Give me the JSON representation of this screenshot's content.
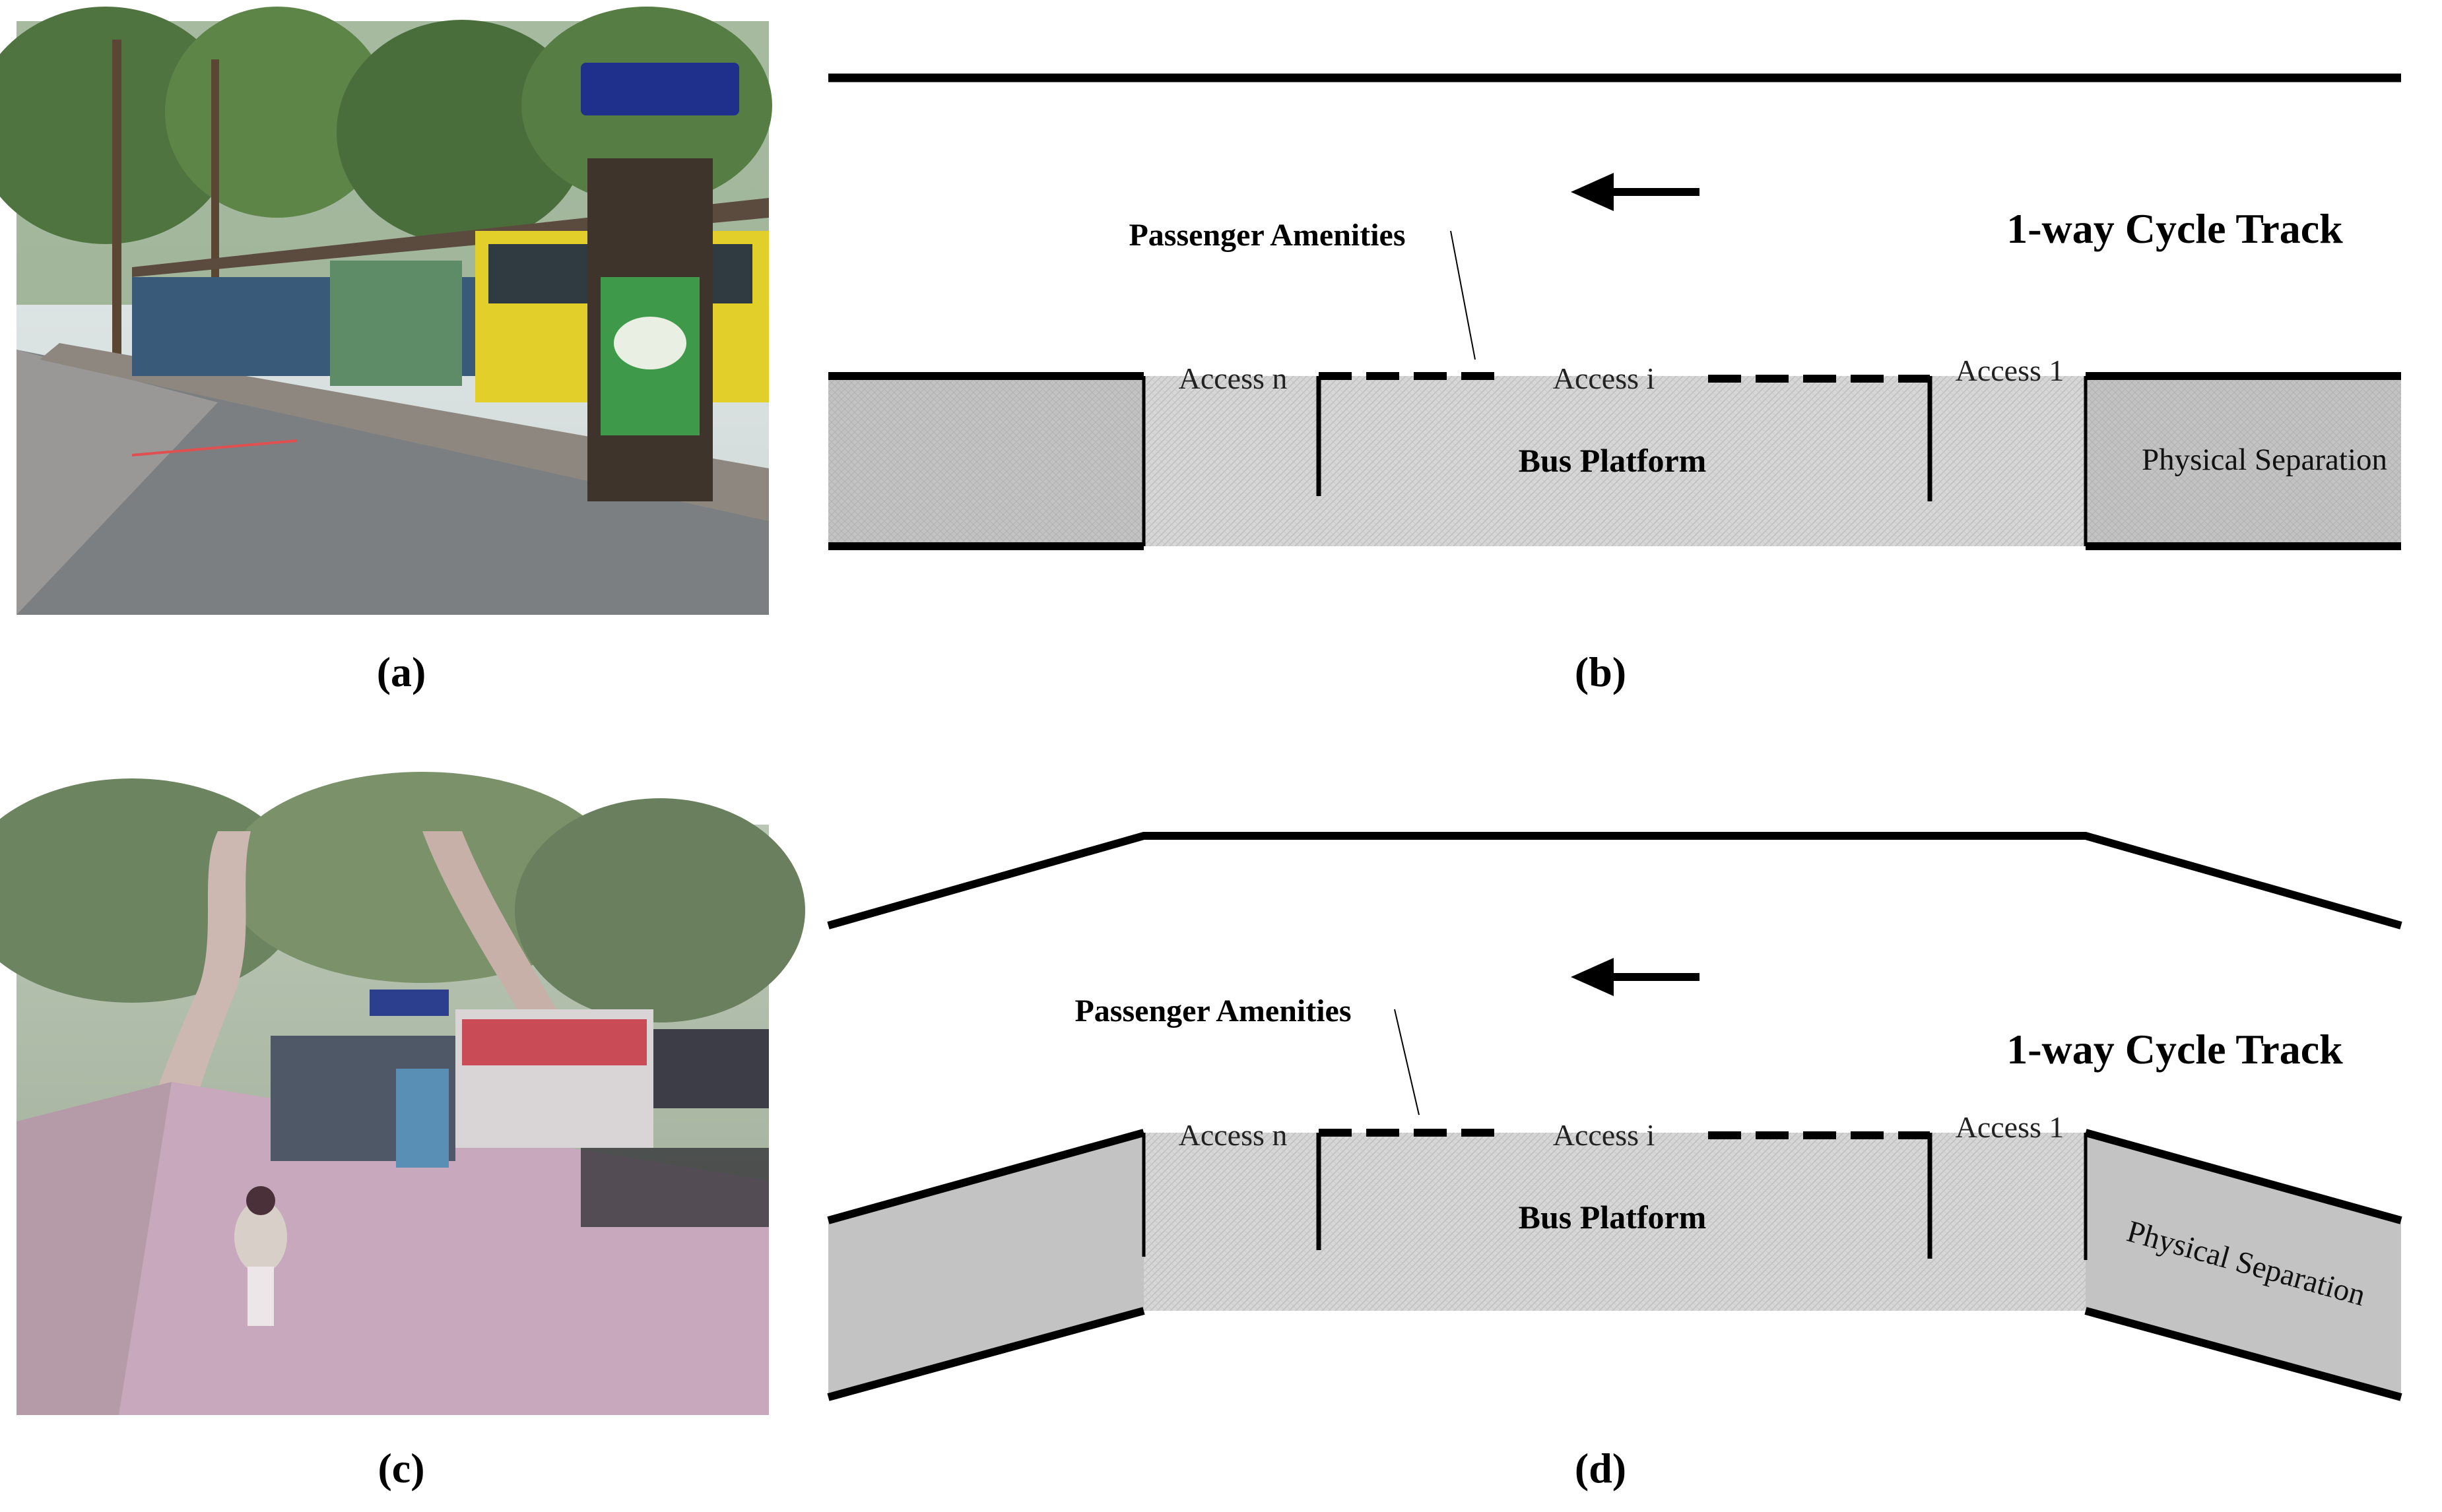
{
  "panels": {
    "a": {
      "label": "(a)"
    },
    "b": {
      "label": "(b)",
      "passenger_amenities": "Passenger Amenities",
      "cycle_track": "1-way Cycle Track",
      "access_n": "Access n",
      "access_i": "Access i",
      "access_1": "Access 1",
      "bus_platform": "Bus Platform",
      "physical_separation": "Physical Separation"
    },
    "c": {
      "label": "(c)"
    },
    "d": {
      "label": "(d)",
      "passenger_amenities": "Passenger Amenities",
      "cycle_track": "1-way Cycle Track",
      "access_n": "Access n",
      "access_i": "Access i",
      "access_1": "Access 1",
      "bus_platform": "Bus Platform",
      "physical_separation": "Physical Separation"
    }
  },
  "colors": {
    "separation_fill": "#c3c3c3",
    "platform_fill": "#d6d6d6",
    "line": "#000000"
  }
}
